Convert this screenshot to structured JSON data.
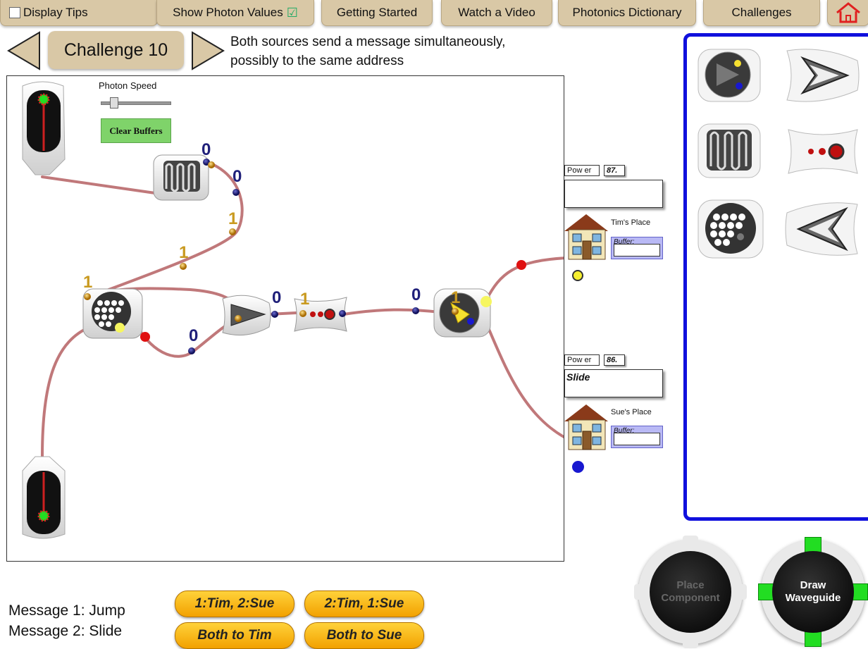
{
  "toolbar": {
    "display_tips": "Display Tips",
    "show_photon_values": "Show Photon Values",
    "show_photon_checked": "☑",
    "getting_started": "Getting Started",
    "watch_video": "Watch a Video",
    "dictionary": "Photonics Dictionary",
    "challenges": "Challenges"
  },
  "challenge": {
    "title": "Challenge 10",
    "description_line1": "Both sources send a message simultaneously,",
    "description_line2": "possibly to the same address"
  },
  "canvas": {
    "photon_speed_label": "Photon Speed",
    "photon_speed_value": 0.2,
    "clear_buffers": "Clear Buffers",
    "photon_values": [
      "0",
      "0",
      "1",
      "1",
      "1",
      "0",
      "1",
      "0",
      "0",
      "1"
    ]
  },
  "destinations": [
    {
      "power_label": "Pow er",
      "power_value": "87.",
      "message": "",
      "place": "Tim's Place",
      "buffer_label": "Buffer:"
    },
    {
      "power_label": "Pow er",
      "power_value": "86.",
      "message": "Slide",
      "place": "Sue's Place",
      "buffer_label": "Buffer:"
    }
  ],
  "messages": {
    "m1": "Message 1: Jump",
    "m2": "Message 2: Slide"
  },
  "routing_buttons": {
    "b1": "1:Tim, 2:Sue",
    "b2": "2:Tim, 1:Sue",
    "b3": "Both to Tim",
    "b4": "Both to Sue"
  },
  "controls": {
    "place_component": "Place Component",
    "draw_waveguide": "Draw Waveguide"
  },
  "colors": {
    "waveguide": "#c0787a",
    "palette_border": "#1010dd",
    "button_tan": "#d9c8a6",
    "pill_gold": "#f5b000",
    "clear_buffers_green": "#7fd36a"
  }
}
